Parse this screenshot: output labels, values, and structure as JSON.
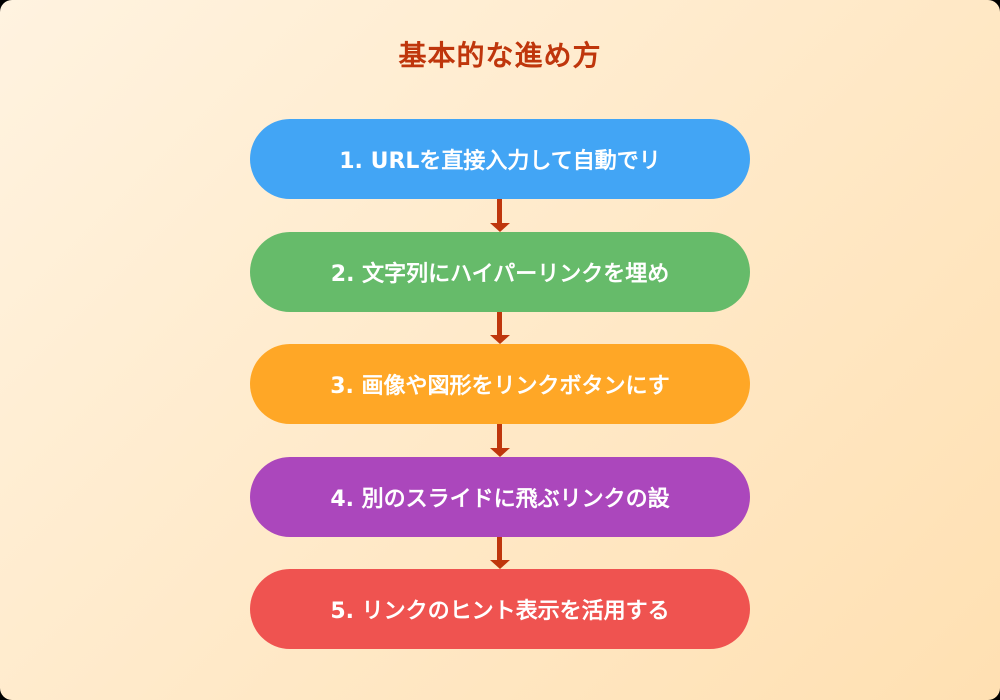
{
  "title": "基本的な進め方",
  "colors": {
    "title": "#BF360C",
    "arrow": "#BF360C",
    "background_start": "#FFF3E0",
    "background_end": "#FFE0B2"
  },
  "steps": [
    {
      "label": "1. URLを直接入力して自動でリ",
      "color": "#42A5F5"
    },
    {
      "label": "2. 文字列にハイパーリンクを埋め",
      "color": "#66BB6A"
    },
    {
      "label": "3. 画像や図形をリンクボタンにす",
      "color": "#FFA726"
    },
    {
      "label": "4. 別のスライドに飛ぶリンクの設",
      "color": "#AB47BC"
    },
    {
      "label": "5. リンクのヒント表示を活用する",
      "color": "#EF5350"
    }
  ]
}
